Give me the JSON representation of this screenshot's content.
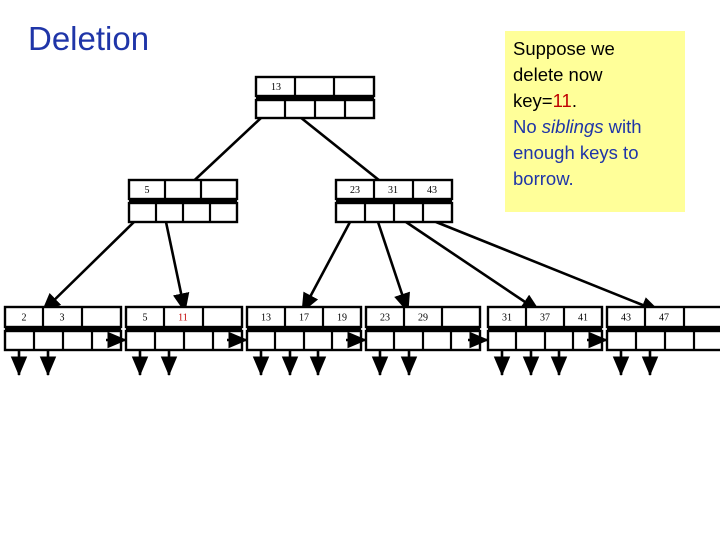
{
  "slide": {
    "title": "Deletion",
    "title_color": "#1f35a8",
    "background": "#ffffff"
  },
  "callout": {
    "background": "#ffff99",
    "line1": "Suppose we",
    "line2": "delete now",
    "line3_prefix": "key=",
    "line3_key": "11",
    "line3_suffix": ".",
    "line4_a": "No ",
    "line4_italic": "siblings",
    "line4_b": " with",
    "line5": "enough keys to",
    "line6": "borrow.",
    "key_color": "#c00000",
    "blue_color": "#1f35a8"
  },
  "tree": {
    "type": "b+tree",
    "root": {
      "name": "root-node",
      "keys": [
        "13",
        "",
        ""
      ],
      "pointers": 4
    },
    "internal": [
      {
        "name": "internal-node-left",
        "keys": [
          "5",
          "",
          ""
        ],
        "pointers": 4
      },
      {
        "name": "internal-node-right",
        "keys": [
          "23",
          "31",
          "43"
        ],
        "pointers": 4
      }
    ],
    "leaves": [
      {
        "name": "leaf-2-3",
        "keys": [
          "2",
          "3",
          ""
        ],
        "highlight": []
      },
      {
        "name": "leaf-5-11",
        "keys": [
          "5",
          "11",
          ""
        ],
        "highlight": [
          1
        ]
      },
      {
        "name": "leaf-13-17-19",
        "keys": [
          "13",
          "17",
          "19"
        ],
        "highlight": []
      },
      {
        "name": "leaf-23-29",
        "keys": [
          "23",
          "29",
          ""
        ],
        "highlight": []
      },
      {
        "name": "leaf-31-37-41",
        "keys": [
          "31",
          "37",
          "41"
        ],
        "highlight": []
      },
      {
        "name": "leaf-43-47",
        "keys": [
          "43",
          "47",
          ""
        ],
        "highlight": []
      }
    ],
    "highlight_color": "#c00000",
    "line_color": "#000000"
  }
}
